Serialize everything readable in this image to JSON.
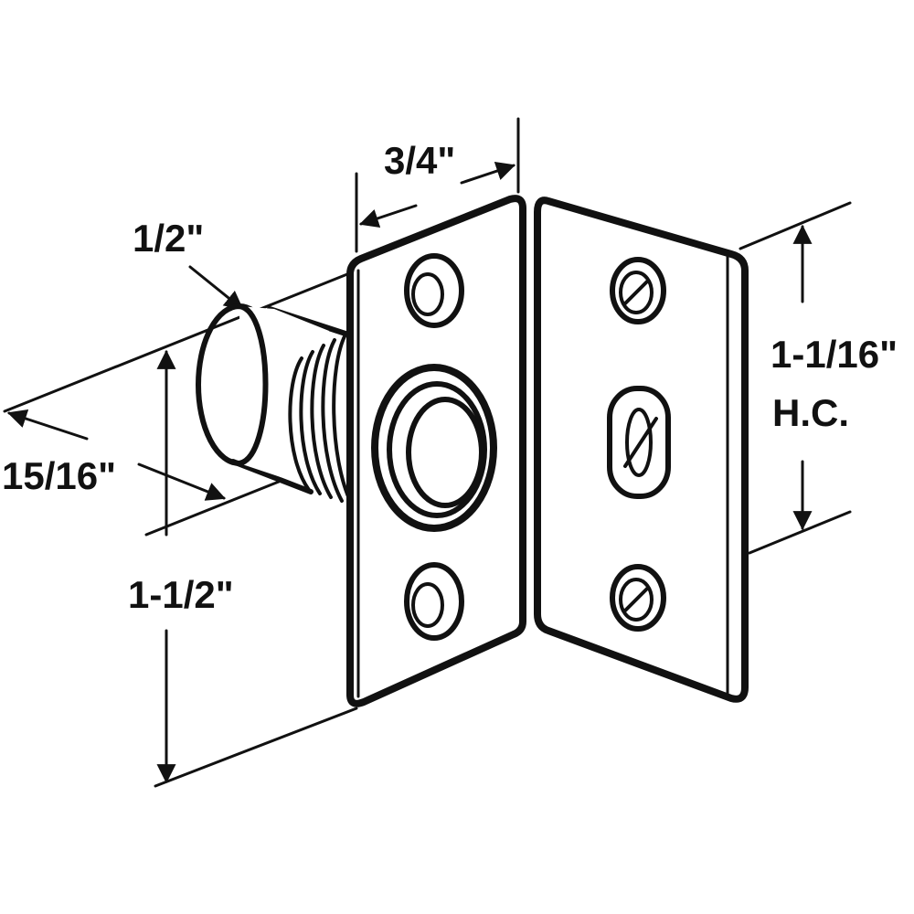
{
  "dimensions": {
    "plate_depth": "3/4\"",
    "barrel_diameter": "1/2\"",
    "barrel_length": "15/16\"",
    "plate_height": "1-1/2\"",
    "hole_center_value": "1-1/16\"",
    "hole_center_suffix": "H.C."
  },
  "colors": {
    "ink": "#111111",
    "background": "#ffffff"
  },
  "icons": {
    "arrowhead": "arrow-icon",
    "screw_hole": "screw-hole-icon"
  }
}
